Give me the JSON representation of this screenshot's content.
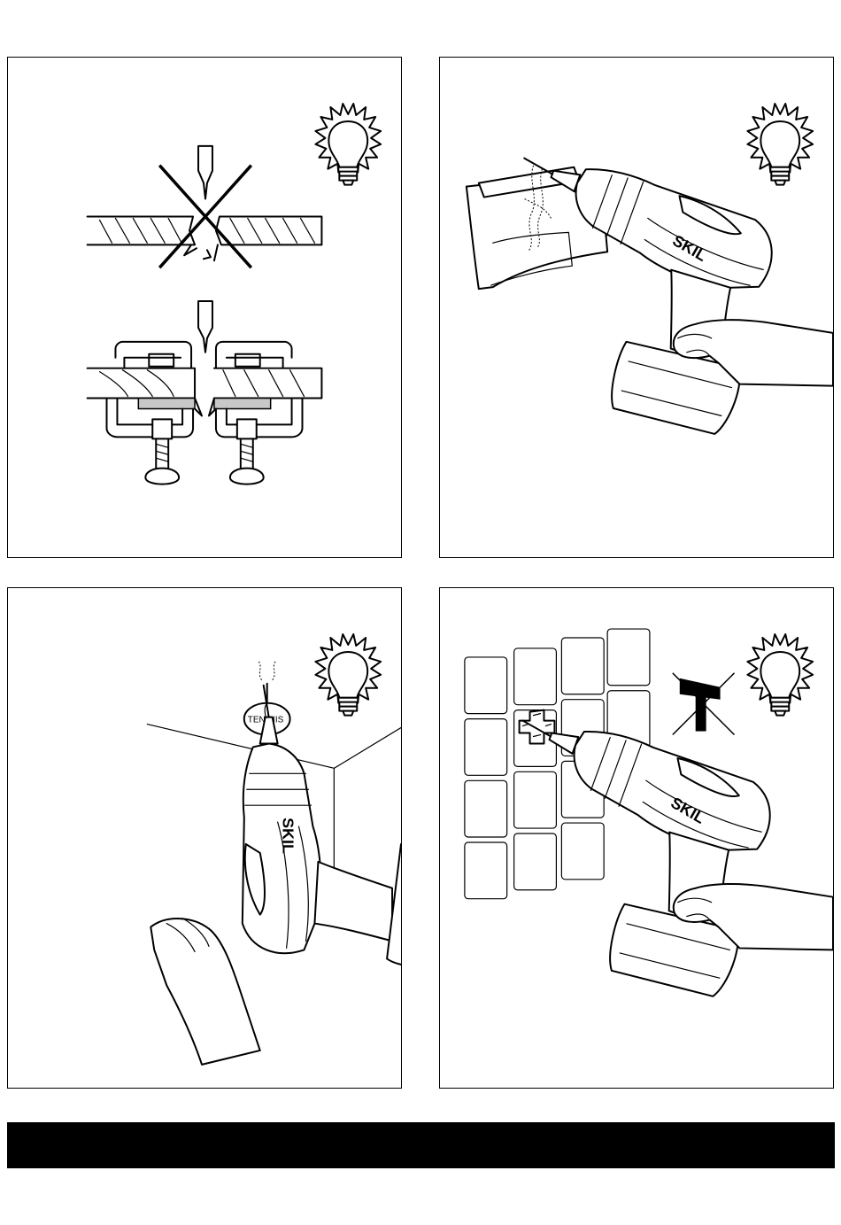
{
  "panels": [
    {
      "id": "clamped-wood-drilling",
      "icons": [
        "lightbulb-tip-icon",
        "drill-bit-icon",
        "cross-out-icon",
        "c-clamp-icon"
      ]
    },
    {
      "id": "drilling-with-dust-catcher",
      "icons": [
        "lightbulb-tip-icon",
        "cordless-drill-icon",
        "paper-dust-catcher-icon"
      ],
      "brand": "SKIL"
    },
    {
      "id": "drilling-ceiling-with-ball",
      "icons": [
        "lightbulb-tip-icon",
        "cordless-drill-icon",
        "tennis-ball-icon"
      ],
      "brand": "SKIL",
      "ball_label_left": "TEN",
      "ball_label_right": "NIS"
    },
    {
      "id": "drilling-tiles-no-hammer",
      "icons": [
        "lightbulb-tip-icon",
        "cordless-drill-icon",
        "tape-cross-icon",
        "no-hammer-icon"
      ],
      "brand": "SKIL"
    }
  ],
  "colors": {
    "ink": "#000000",
    "paper": "#ffffff",
    "clamp_pad": "#c8c8c8"
  }
}
